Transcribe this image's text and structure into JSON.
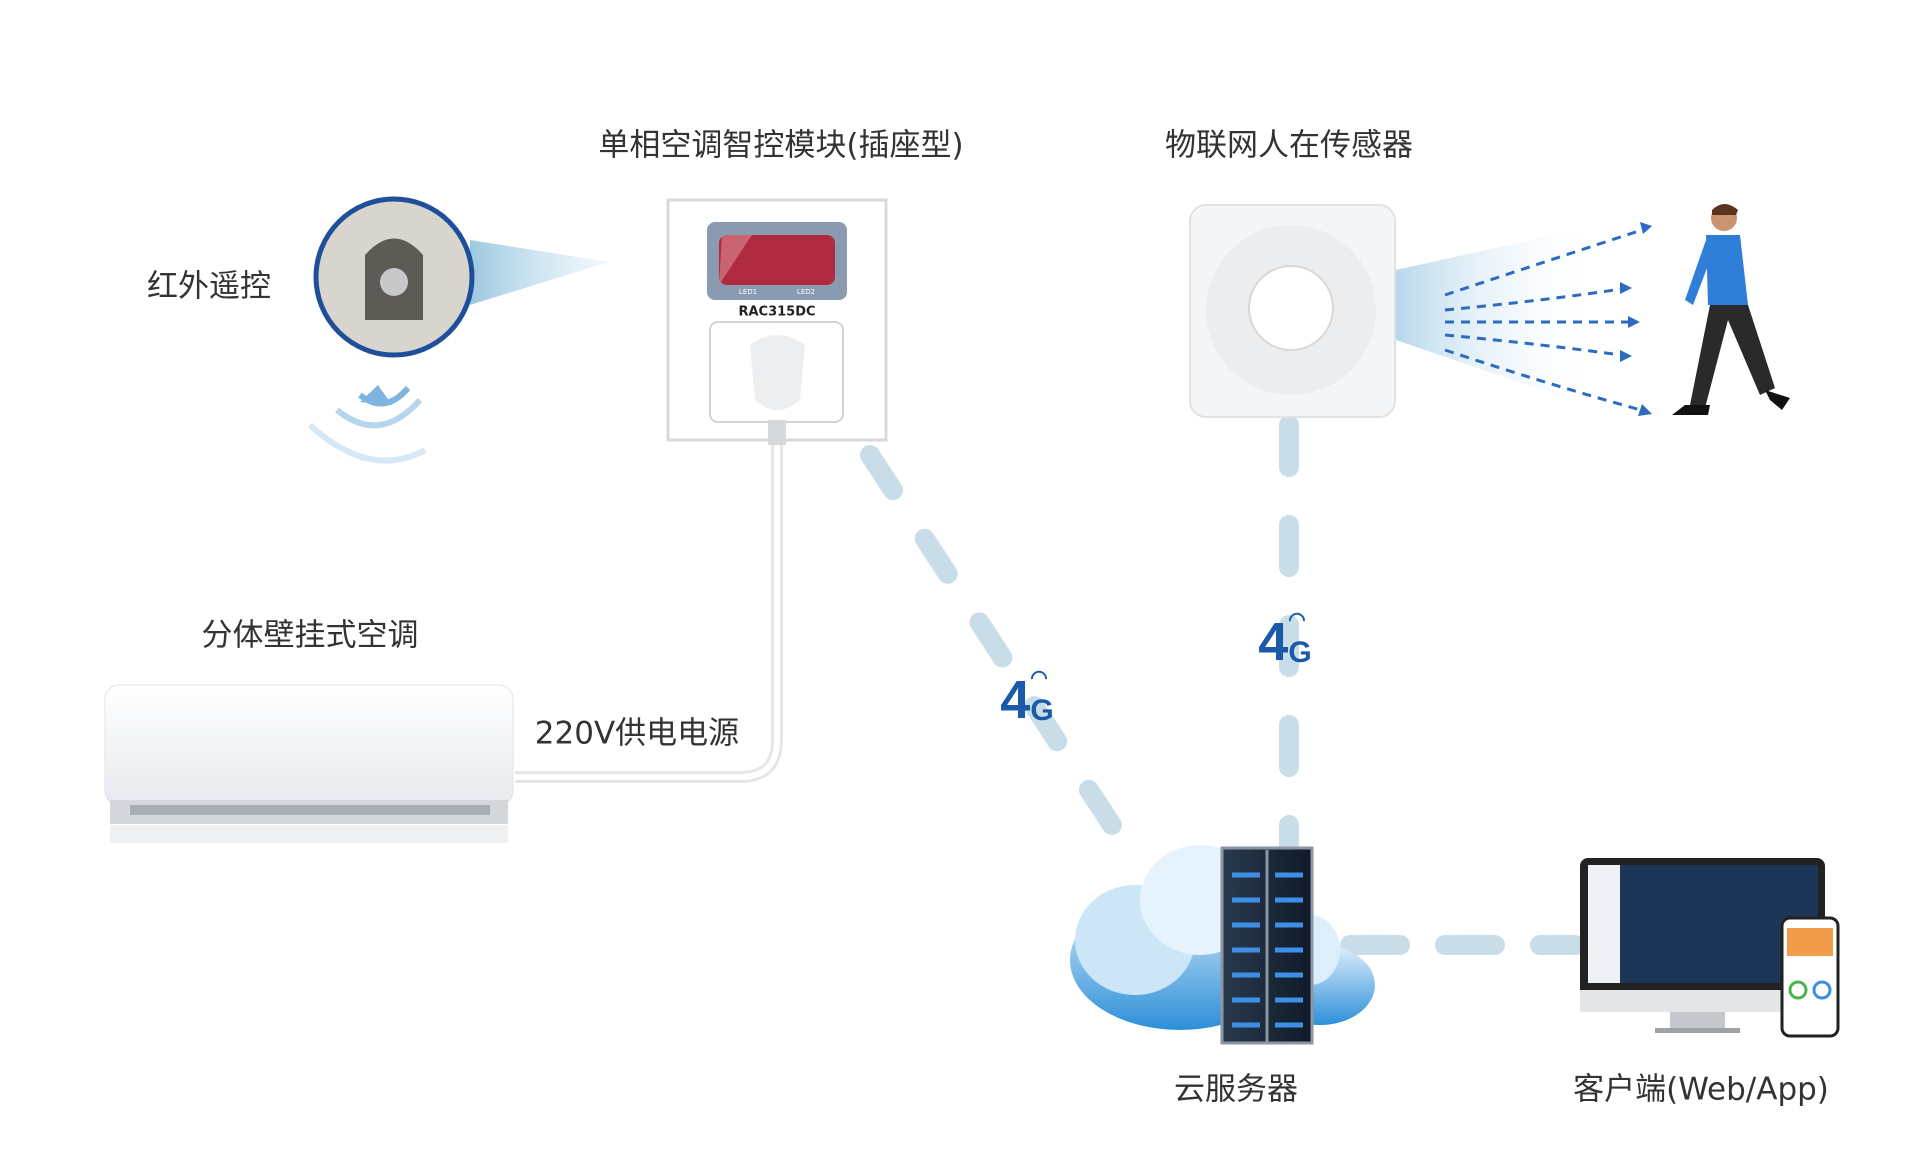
{
  "labels": {
    "module": "单相空调智控模块(插座型)",
    "sensor": "物联网人在传感器",
    "ir": "红外遥控",
    "ac": "分体壁挂式空调",
    "power": "220V供电电源",
    "cloud": "云服务器",
    "client": "客户端(Web/App)"
  },
  "module_model": "RAC315DC",
  "module_leds": [
    "LED1",
    "LED2"
  ],
  "network": {
    "digit": "4",
    "letter": "G"
  },
  "colors": {
    "link": "#c9dde8",
    "accent": "#1a5aa8",
    "display": "#b02b3f",
    "ir_ring": "#1f4f9a"
  }
}
